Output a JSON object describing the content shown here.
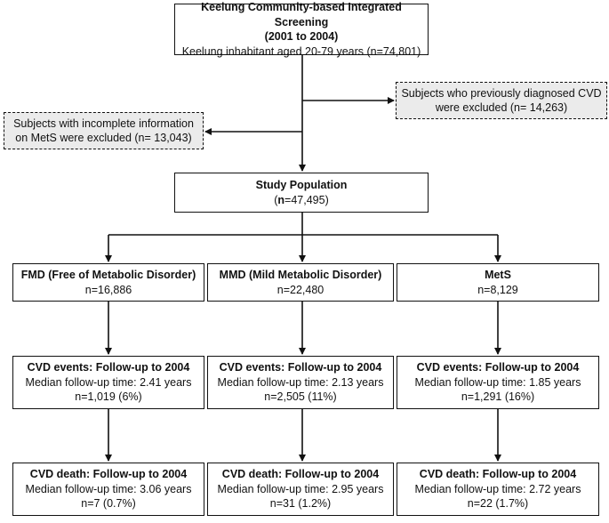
{
  "screening": {
    "title_line1": "Keelung Community-based Integrated Screening",
    "title_line2": "(2001 to 2004)",
    "subtitle": "Keelung inhabitant aged 20-79 years (n=74,801)"
  },
  "excluded_cvd": {
    "line1": "Subjects who previously diagnosed CVD",
    "line2": "were excluded (n= 14,263)"
  },
  "excluded_mets": {
    "line1": "Subjects with incomplete information",
    "line2": "on MetS were excluded (n= 13,043)"
  },
  "study": {
    "title": "Study Population",
    "n_prefix": "n",
    "n_value": "=47,495",
    "paren_open": "(",
    "paren_close": ")"
  },
  "groups": [
    {
      "title": "FMD (Free of Metabolic Disorder)",
      "n": "n=16,886",
      "events_title": "CVD events: Follow-up to 2004",
      "events_median": "Median follow-up time: 2.41 years",
      "events_n": "n=1,019 (6%)",
      "death_title": "CVD death: Follow-up to 2004",
      "death_median": "Median follow-up time: 3.06 years",
      "death_n": "n=7 (0.7%)"
    },
    {
      "title": "MMD (Mild Metabolic Disorder)",
      "n": "n=22,480",
      "events_title": "CVD events: Follow-up to 2004",
      "events_median": "Median follow-up time: 2.13 years",
      "events_n": "n=2,505 (11%)",
      "death_title": "CVD death: Follow-up to 2004",
      "death_median": "Median follow-up time: 2.95 years",
      "death_n": "n=31 (1.2%)"
    },
    {
      "title": "MetS",
      "n": "n=8,129",
      "events_title": "CVD events: Follow-up to 2004",
      "events_median": "Median follow-up time: 1.85 years",
      "events_n": "n=1,291 (16%)",
      "death_title": "CVD death: Follow-up to 2004",
      "death_median": "Median follow-up time: 2.72 years",
      "death_n": "n=22 (1.7%)"
    }
  ]
}
